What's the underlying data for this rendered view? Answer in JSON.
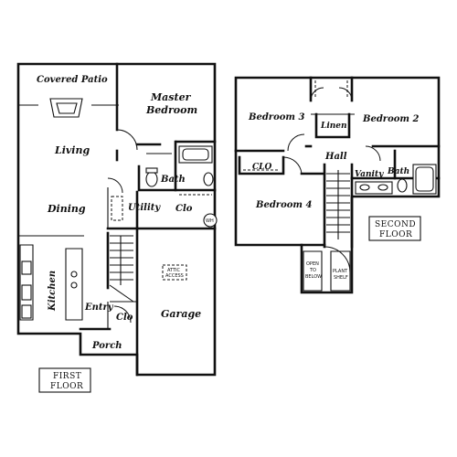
{
  "first_floor": {
    "label_line1": "FIRST",
    "label_line2": "FLOOR",
    "rooms": {
      "covered_patio": "Covered Patio",
      "living": "Living",
      "dining": "Dining",
      "kitchen": "Kitchen",
      "master_line1": "Master",
      "master_line2": "Bedroom",
      "bath": "Bath",
      "clo": "Clo",
      "utility": "Utility",
      "entry": "Entry",
      "entry_clo": "Clo",
      "porch": "Porch",
      "garage": "Garage",
      "attic_line1": "ATTIC",
      "attic_line2": "ACCESS",
      "wh": "WH"
    }
  },
  "second_floor": {
    "label_line1": "SECOND",
    "label_line2": "FLOOR",
    "rooms": {
      "bedroom3": "Bedroom 3",
      "bedroom2": "Bedroom 2",
      "linen": "Linen",
      "hall": "Hall",
      "clo": "CLO",
      "vanity": "Vanity",
      "bath": "Bath",
      "bedroom4": "Bedroom 4",
      "open_line1": "OPEN",
      "open_line2": "TO",
      "open_line3": "BELOW",
      "plant_line1": "PLANT",
      "plant_line2": "SHELF"
    }
  }
}
